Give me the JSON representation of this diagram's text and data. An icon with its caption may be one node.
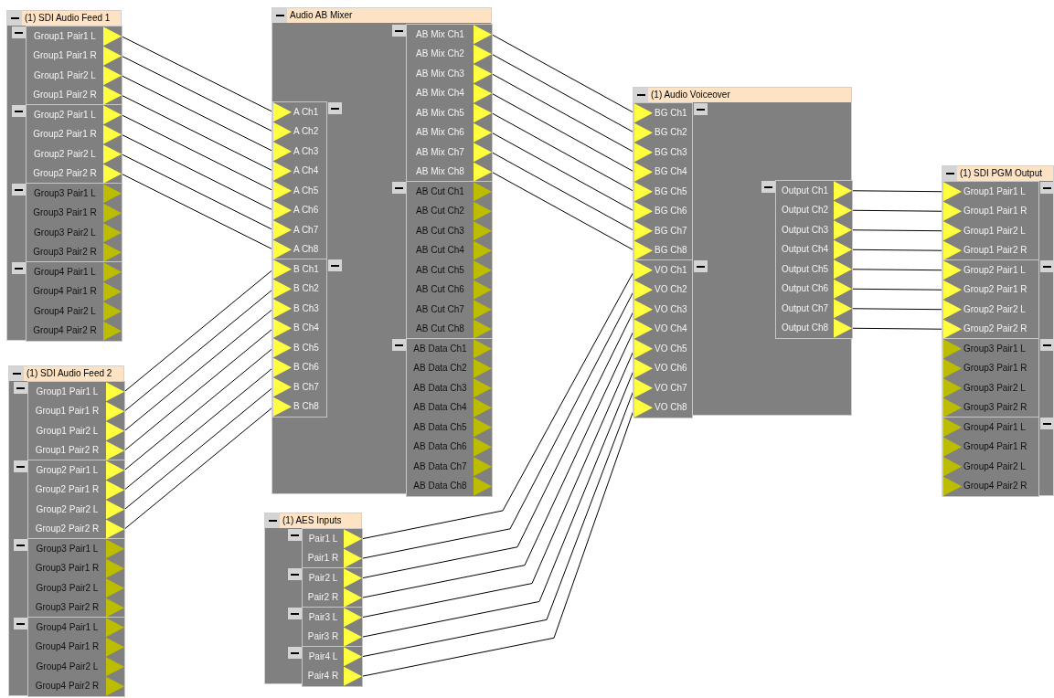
{
  "diagram": {
    "nodes": [
      {
        "text": [
          "(1) SDI Audio Feed 1"
        ]
      },
      {
        "text": [],
        "shape": "box",
        "in": 0
      },
      {
        "text": [
          "Group1 Pair1 L"
        ],
        "in": 1
      },
      {
        "text": [
          "Group1 Pair1 R"
        ],
        "in": 1
      },
      {
        "text": [
          "Group1 Pair2 L"
        ],
        "in": 1
      },
      {
        "text": [
          "Group1 Pair2 R"
        ],
        "in": 1
      },
      {
        "text": [],
        "shape": "box",
        "in": 0
      },
      {
        "text": [
          "Group2 Pair1 L"
        ],
        "in": 6
      },
      {
        "text": [
          "Group2 Pair1 R"
        ],
        "in": 6
      },
      {
        "text": [
          "Group2 Pair2 L"
        ],
        "in": 6
      },
      {
        "text": [
          "Group2 Pair2 R"
        ],
        "in": 6
      },
      {
        "text": [],
        "shape": "box",
        "in": 0
      },
      {
        "text": [
          "Group3 Pair1 L"
        ],
        "in": 11
      },
      {
        "text": [
          "Group3 Pair1 R"
        ],
        "in": 11
      },
      {
        "text": [
          "Group3 Pair2 L"
        ],
        "in": 11
      },
      {
        "text": [
          "Group3 Pair2 R"
        ],
        "in": 11
      },
      {
        "text": [],
        "shape": "box",
        "in": 0
      },
      {
        "text": [
          "Group4 Pair1 L"
        ],
        "in": 16
      },
      {
        "text": [
          "Group4 Pair1 R"
        ],
        "in": 16
      },
      {
        "text": [
          "Group4 Pair2 L"
        ],
        "in": 16
      },
      {
        "text": [
          "Group4 Pair2 R"
        ],
        "in": 16
      },
      {
        "text": [
          "(1) SDI Audio Feed 2"
        ]
      },
      {
        "text": [],
        "shape": "box",
        "in": 21
      },
      {
        "text": [
          "Group1 Pair1 L"
        ],
        "in": 22
      },
      {
        "text": [
          "Group1 Pair1 R"
        ],
        "in": 22
      },
      {
        "text": [
          "Group1 Pair2 L"
        ],
        "in": 22
      },
      {
        "text": [
          "Group1 Pair2 R"
        ],
        "in": 22
      },
      {
        "text": [],
        "shape": "box",
        "in": 21
      },
      {
        "text": [
          "Group2 Pair1 L"
        ],
        "in": 27
      },
      {
        "text": [
          "Group2 Pair1 R"
        ],
        "in": 27
      },
      {
        "text": [
          "Group2 Pair2 L"
        ],
        "in": 27
      },
      {
        "text": [
          "Group2 Pair2 R"
        ],
        "in": 27
      },
      {
        "text": [],
        "shape": "box",
        "in": 21
      },
      {
        "text": [
          "Group3 Pair1 L"
        ],
        "in": 32
      },
      {
        "text": [
          "Group3 Pair1 R"
        ],
        "in": 32
      },
      {
        "text": [
          "Group3 Pair2 L"
        ],
        "in": 32
      },
      {
        "text": [
          "Group3 Pair2 R"
        ],
        "in": 32
      },
      {
        "text": [],
        "shape": "box",
        "in": 21
      },
      {
        "text": [
          "Group4 Pair1 L"
        ],
        "in": 37
      },
      {
        "text": [
          "Group4 Pair1 R"
        ],
        "in": 37
      },
      {
        "text": [
          "Group4 Pair2 L"
        ],
        "in": 37
      },
      {
        "text": [
          "Group4 Pair2 R"
        ],
        "in": 37
      },
      {
        "text": [
          "Audio AB Mixer"
        ]
      },
      {
        "text": [],
        "shape": "box",
        "in": 42
      },
      {
        "text": [
          "A Ch1"
        ],
        "in": 43
      },
      {
        "text": [
          "A Ch2"
        ],
        "in": 43
      },
      {
        "text": [
          "A Ch3"
        ],
        "in": 43
      },
      {
        "text": [
          "A Ch4"
        ],
        "in": 43
      },
      {
        "text": [
          "A Ch5"
        ],
        "in": 43
      },
      {
        "text": [
          "A Ch6"
        ],
        "in": 43
      },
      {
        "text": [
          "A Ch7"
        ],
        "in": 43
      },
      {
        "text": [
          "A Ch8"
        ],
        "in": 43
      },
      {
        "text": [],
        "shape": "box",
        "in": 42
      },
      {
        "text": [
          "B Ch1"
        ],
        "in": 52
      },
      {
        "text": [
          "B Ch2"
        ],
        "in": 52
      },
      {
        "text": [
          "B Ch3"
        ],
        "in": 52
      },
      {
        "text": [
          "B Ch4"
        ],
        "in": 52
      },
      {
        "text": [
          "B Ch5"
        ],
        "in": 52
      },
      {
        "text": [
          "B Ch6"
        ],
        "in": 52
      },
      {
        "text": [
          "B Ch7"
        ],
        "in": 52
      },
      {
        "text": [
          "B Ch8"
        ],
        "in": 52
      },
      {
        "text": [],
        "shape": "box",
        "in": 42
      },
      {
        "text": [
          "AB Mix Ch1"
        ],
        "in": 61
      },
      {
        "text": [
          "AB Mix Ch2"
        ],
        "in": 61
      },
      {
        "text": [
          "AB Mix Ch3"
        ],
        "in": 61
      },
      {
        "text": [
          "AB Mix Ch4"
        ],
        "in": 61
      },
      {
        "text": [
          "AB Mix Ch5"
        ],
        "in": 61
      },
      {
        "text": [
          "AB Mix Ch6"
        ],
        "in": 61
      },
      {
        "text": [
          "AB Mix Ch7"
        ],
        "in": 61
      },
      {
        "text": [
          "AB Mix Ch8"
        ],
        "in": 61
      },
      {
        "text": [],
        "shape": "box",
        "in": 42
      },
      {
        "text": [
          "AB Cut Ch1"
        ],
        "in": 70
      },
      {
        "text": [
          "AB Cut Ch2"
        ],
        "in": 70
      },
      {
        "text": [
          "AB Cut Ch3"
        ],
        "in": 70
      },
      {
        "text": [
          "AB Cut Ch4"
        ],
        "in": 70
      },
      {
        "text": [
          "AB Cut Ch5"
        ],
        "in": 70
      },
      {
        "text": [
          "AB Cut Ch6"
        ],
        "in": 70
      },
      {
        "text": [
          "AB Cut Ch7"
        ],
        "in": 70
      },
      {
        "text": [
          "AB Cut Ch8"
        ],
        "in": 70
      },
      {
        "text": [],
        "shape": "box",
        "in": 42
      },
      {
        "text": [
          "AB Data Ch1"
        ],
        "in": 79
      },
      {
        "text": [
          "AB Data Ch2"
        ],
        "in": 79
      },
      {
        "text": [
          "AB Data Ch3"
        ],
        "in": 79
      },
      {
        "text": [
          "AB Data Ch4"
        ],
        "in": 79
      },
      {
        "text": [
          "AB Data Ch5"
        ],
        "in": 79
      },
      {
        "text": [
          "AB Data Ch6"
        ],
        "in": 79
      },
      {
        "text": [
          "AB Data Ch7"
        ],
        "in": 79
      },
      {
        "text": [
          "AB Data Ch8"
        ],
        "in": 79
      },
      {
        "text": [
          "(1) AES Inputs"
        ]
      },
      {
        "text": [],
        "shape": "box",
        "in": 88
      },
      {
        "text": [
          "Pair1 L"
        ],
        "in": 89
      },
      {
        "text": [
          "Pair1 R"
        ],
        "in": 89
      },
      {
        "text": [],
        "shape": "box",
        "in": 88
      },
      {
        "text": [
          "Pair2 L"
        ],
        "in": 92
      },
      {
        "text": [
          "Pair2 R"
        ],
        "in": 92
      },
      {
        "text": [],
        "shape": "box",
        "in": 88
      },
      {
        "text": [
          "Pair3 L"
        ],
        "in": 95
      },
      {
        "text": [
          "Pair3 R"
        ],
        "in": 95
      },
      {
        "text": [],
        "shape": "box",
        "in": 88
      },
      {
        "text": [
          "Pair4 L"
        ],
        "in": 98
      },
      {
        "text": [
          "Pair4 R"
        ],
        "in": 98
      },
      {
        "text": [
          "(1) Audio Voiceover"
        ]
      },
      {
        "text": [],
        "shape": "box",
        "in": 101
      },
      {
        "text": [
          "BG Ch1"
        ],
        "in": 102
      },
      {
        "text": [
          "BG Ch2"
        ],
        "in": 102
      },
      {
        "text": [
          "BG Ch3"
        ],
        "in": 102
      },
      {
        "text": [
          "BG Ch4"
        ],
        "in": 102
      },
      {
        "text": [
          "BG Ch5"
        ],
        "in": 102
      },
      {
        "text": [
          "BG Ch6"
        ],
        "in": 102
      },
      {
        "text": [
          "BG Ch7"
        ],
        "in": 102
      },
      {
        "text": [
          "BG Ch8"
        ],
        "in": 102
      },
      {
        "text": [],
        "shape": "box",
        "in": 101
      },
      {
        "text": [
          "VO Ch1"
        ],
        "in": 111
      },
      {
        "text": [
          "VO Ch2"
        ],
        "in": 111
      },
      {
        "text": [
          "VO Ch3"
        ],
        "in": 111
      },
      {
        "text": [
          "VO Ch4"
        ],
        "in": 111
      },
      {
        "text": [
          "VO Ch5"
        ],
        "in": 111
      },
      {
        "text": [
          "VO Ch6"
        ],
        "in": 111
      },
      {
        "text": [
          "VO Ch7"
        ],
        "in": 111
      },
      {
        "text": [
          "VO Ch8"
        ],
        "in": 111
      },
      {
        "text": [],
        "shape": "box",
        "in": 101
      },
      {
        "text": [
          "Output Ch1"
        ],
        "in": 120
      },
      {
        "text": [
          "Output Ch2"
        ],
        "in": 120
      },
      {
        "text": [
          "Output Ch3"
        ],
        "in": 120
      },
      {
        "text": [
          "Output Ch4"
        ],
        "in": 120
      },
      {
        "text": [
          "Output Ch5"
        ],
        "in": 120
      },
      {
        "text": [
          "Output Ch6"
        ],
        "in": 120
      },
      {
        "text": [
          "Output Ch7"
        ],
        "in": 120
      },
      {
        "text": [
          "Output Ch8"
        ],
        "in": 120
      },
      {
        "text": [
          "(1) SDI PGM Output"
        ]
      },
      {
        "text": [],
        "shape": "box",
        "in": 129
      },
      {
        "text": [
          "Group1 Pair1 L"
        ],
        "in": 130
      },
      {
        "text": [
          "Group1 Pair1 R"
        ],
        "in": 130
      },
      {
        "text": [
          "Group1 Pair2 L"
        ],
        "in": 130
      },
      {
        "text": [
          "Group1 Pair2 R"
        ],
        "in": 130
      },
      {
        "text": [],
        "shape": "box",
        "in": 129
      },
      {
        "text": [
          "Group2 Pair1 L"
        ],
        "in": 135
      },
      {
        "text": [
          "Group2 Pair1 R"
        ],
        "in": 135
      },
      {
        "text": [
          "Group2 Pair2 L"
        ],
        "in": 135
      },
      {
        "text": [
          "Group2 Pair2 R"
        ],
        "in": 135
      },
      {
        "text": [],
        "shape": "box",
        "in": 129
      },
      {
        "text": [
          "Group3 Pair1 L"
        ],
        "in": 140
      },
      {
        "text": [
          "Group3 Pair1 R"
        ],
        "in": 140
      },
      {
        "text": [
          "Group3 Pair2 L"
        ],
        "in": 140
      },
      {
        "text": [
          "Group3 Pair2 R"
        ],
        "in": 140
      },
      {
        "text": [],
        "shape": "box",
        "in": 129
      },
      {
        "text": [
          "Group4 Pair1 L"
        ],
        "in": 145
      },
      {
        "text": [
          "Group4 Pair1 R"
        ],
        "in": 145
      },
      {
        "text": [
          "Group4 Pair2 L"
        ],
        "in": 145
      },
      {
        "text": [
          "Group4 Pair2 R"
        ],
        "in": 145
      }
    ],
    "edges": [
      {
        "from": 2,
        "to": 44,
        "arrow": "none"
      },
      {
        "from": 3,
        "to": 45,
        "arrow": "none"
      },
      {
        "from": 4,
        "to": 46,
        "arrow": "none"
      },
      {
        "from": 5,
        "to": 47,
        "arrow": "none"
      },
      {
        "from": 7,
        "to": 48,
        "arrow": "none"
      },
      {
        "from": 8,
        "to": 49,
        "arrow": "none"
      },
      {
        "from": 9,
        "to": 50,
        "arrow": "none"
      },
      {
        "from": 10,
        "to": 51,
        "arrow": "none"
      },
      {
        "from": 23,
        "to": 53,
        "arrow": "none"
      },
      {
        "from": 24,
        "to": 54,
        "arrow": "none"
      },
      {
        "from": 25,
        "to": 55,
        "arrow": "none"
      },
      {
        "from": 26,
        "to": 56,
        "arrow": "none"
      },
      {
        "from": 28,
        "to": 57,
        "arrow": "none"
      },
      {
        "from": 29,
        "to": 58,
        "arrow": "none"
      },
      {
        "from": 30,
        "to": 59,
        "arrow": "none"
      },
      {
        "from": 31,
        "to": 60,
        "arrow": "none"
      },
      {
        "from": 62,
        "to": 103,
        "arrow": "none"
      },
      {
        "from": 63,
        "to": 104,
        "arrow": "none"
      },
      {
        "from": 64,
        "to": 105,
        "arrow": "none"
      },
      {
        "from": 65,
        "to": 106,
        "arrow": "none"
      },
      {
        "from": 66,
        "to": 107,
        "arrow": "none"
      },
      {
        "from": 67,
        "to": 108,
        "arrow": "none"
      },
      {
        "from": 68,
        "to": 109,
        "arrow": "none"
      },
      {
        "from": 69,
        "to": 110,
        "arrow": "none"
      },
      {
        "from": 90,
        "to": 112,
        "arrow": "none"
      },
      {
        "from": 91,
        "to": 113,
        "arrow": "none"
      },
      {
        "from": 93,
        "to": 114,
        "arrow": "none"
      },
      {
        "from": 94,
        "to": 115,
        "arrow": "none"
      },
      {
        "from": 96,
        "to": 116,
        "arrow": "none"
      },
      {
        "from": 97,
        "to": 117,
        "arrow": "none"
      },
      {
        "from": 99,
        "to": 118,
        "arrow": "none"
      },
      {
        "from": 100,
        "to": 119,
        "arrow": "none"
      },
      {
        "from": 121,
        "to": 131,
        "arrow": "none"
      },
      {
        "from": 122,
        "to": 132,
        "arrow": "none"
      },
      {
        "from": 123,
        "to": 133,
        "arrow": "none"
      },
      {
        "from": 124,
        "to": 134,
        "arrow": "none"
      },
      {
        "from": 125,
        "to": 136,
        "arrow": "none"
      },
      {
        "from": 126,
        "to": 137,
        "arrow": "none"
      },
      {
        "from": 127,
        "to": 138,
        "arrow": "none"
      },
      {
        "from": 128,
        "to": 139,
        "arrow": "none"
      }
    ]
  }
}
